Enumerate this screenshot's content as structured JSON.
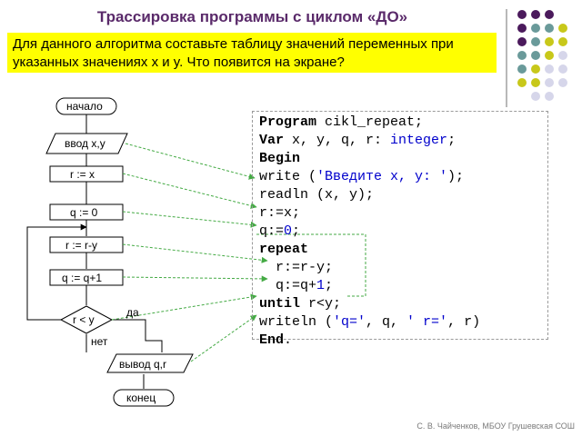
{
  "title": "Трассировка программы с циклом «ДО»",
  "task": "Для данного алгоритма составьте таблицу значений переменных при указанных значениях x и y. Что появится на экране?",
  "flowchart": {
    "start": "начало",
    "input": "ввод x,y",
    "assign_r": "r := x",
    "assign_q": "q := 0",
    "update_r": "r := r-y",
    "update_q": "q := q+1",
    "condition": "r < y",
    "yes": "да",
    "no": "нет",
    "output": "вывод q,r",
    "end": "конец"
  },
  "code": {
    "l1_kw": "Program",
    "l1_rest": " cikl_repeat;",
    "l2_kw": "Var",
    "l2_mid": " x, y, q, r: ",
    "l2_type": "integer",
    "l2_end": ";",
    "l3": "Begin",
    "l4_a": "write (",
    "l4_str": "'Введите x, y: '",
    "l4_end": ");",
    "l5": "readln (x, y);",
    "l6": "r:=x;",
    "l7_a": "q:=",
    "l7_num": "0",
    "l7_end": ";",
    "l8": "repeat",
    "l9": "  r:=r-y;",
    "l10_a": "  q:=q+",
    "l10_num": "1",
    "l10_end": ";",
    "l11_kw": "until",
    "l11_rest": " r<y;",
    "l12_a": "writeln (",
    "l12_s1": "'q='",
    "l12_b": ", q, ",
    "l12_s2": "' r='",
    "l12_c": ", r)",
    "l13_kw": "End",
    "l13_end": "."
  },
  "credit": "С. В. Чайченков, МБОУ Грушевская СОШ",
  "colors": {
    "title": "#5a2a6a",
    "task_bg": "#ffff00",
    "connector": "#44aa44",
    "dot_purple": "#4b1a5c",
    "dot_teal": "#6a9a9a",
    "dot_yellow": "#c8c81a",
    "dot_light": "#d6d6ea"
  }
}
